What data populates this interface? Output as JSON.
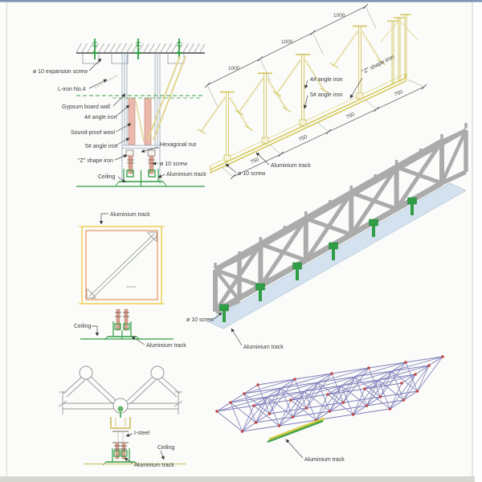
{
  "page": {
    "background": "#fbfbf9",
    "top_edge_color": "#7b96b6",
    "bottom_band_color": "#d7d7d2"
  },
  "colors": {
    "green_hardware": "#2f9e44",
    "yellow_member": "#d2c65e",
    "salmon_board": "#eab8ac",
    "channel_gray_blue": "#92a4b4",
    "truss_gray": "#ababab",
    "track_light_blue": "#d3e2ee",
    "wireframe_blue": "#7d7dbb",
    "node_red": "#c24848",
    "orange_frame": "#e2823c",
    "yellow_frame": "#ecc93f"
  },
  "diagrams": {
    "wall_section": {
      "labels": {
        "expansion_screw": "ø 10 expansion screw",
        "l_iron": "L-iron No.4",
        "gypsum_wall": "Gypsum board wall",
        "angle_iron_4": "4# angle iron",
        "soundproof_wool": "Sound-proof wool",
        "angle_iron_5": "5# angle iron",
        "z_shape_iron": "\"Z\" shape iron",
        "ceiling": "Ceiling",
        "hexagonal_nut": "Hexagonal nut",
        "screw_10": "ø 10 screw",
        "aluminium_track": "Aluminium track"
      }
    },
    "hanger_isometric": {
      "dim_1000": [
        "1000",
        "1000",
        "1000"
      ],
      "dim_750": [
        "750",
        "750",
        "750",
        "750"
      ],
      "labels": {
        "angle_iron_4": "4# angle iron",
        "angle_iron_5": "5# angle iron",
        "z_shape_iron": "\"Z\" shape iron",
        "aluminium_track": "Aluminium track",
        "screw_10": "ø 10 screw"
      }
    },
    "panel_plan": {
      "labels": {
        "aluminium_track_top": "Aluminium track",
        "ceiling": "Ceiling",
        "aluminium_track_bottom": "Aluminium track"
      }
    },
    "truss_3d": {
      "labels": {
        "screw_10": "ø 10 screw",
        "aluminium_track": "Aluminium track"
      }
    },
    "node_detail": {
      "labels": {
        "i_steel": "I-steel",
        "ceiling": "Ceiling",
        "aluminium_track": "Aluminium track"
      }
    },
    "space_frame": {
      "labels": {
        "aluminium_track": "Aluminium track"
      }
    }
  }
}
